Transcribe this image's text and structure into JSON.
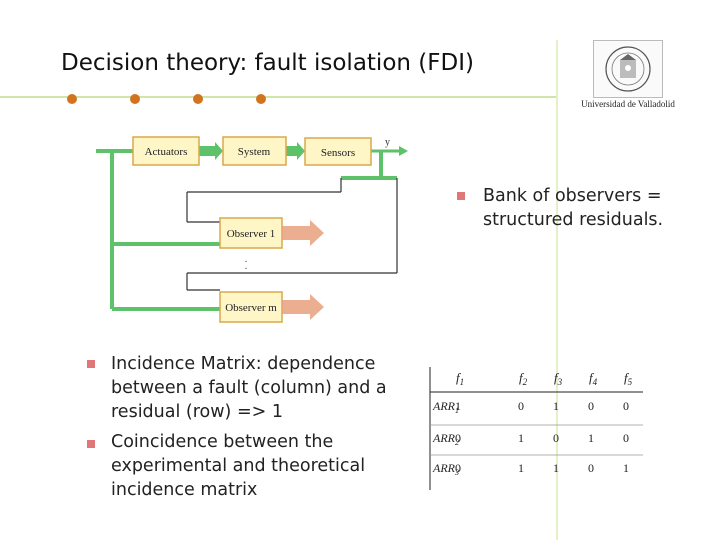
{
  "slide": {
    "title": "Decision theory: fault isolation (FDI)",
    "logo_caption": "Universidad de Valladolid"
  },
  "diagram": {
    "actuators_label": "Actuators",
    "system_label": "System",
    "sensors_label": "Sensors",
    "output_label": "y",
    "observer1_label": "Observer 1",
    "observerm_label": "Observer m",
    "ellipsis": "."
  },
  "bullets": {
    "right": [
      "Bank of observers = structured residuals."
    ],
    "left": [
      "Incidence Matrix: dependence between a fault (column) and a residual (row) => 1",
      "Coincidence between the experimental and theoretical incidence matrix"
    ]
  },
  "matrix": {
    "columns": [
      "f1",
      "f2",
      "f3",
      "f4",
      "f5"
    ],
    "rows": [
      {
        "label": "ARR1",
        "values": [
          "1",
          "0",
          "1",
          "0",
          "0"
        ]
      },
      {
        "label": "ARR2",
        "values": [
          "0",
          "1",
          "0",
          "1",
          "0"
        ]
      },
      {
        "label": "ARR3",
        "values": [
          "0",
          "1",
          "1",
          "0",
          "1"
        ]
      }
    ]
  },
  "colors": {
    "accent_line": "#cfe6a8",
    "dot": "#d4731f",
    "bullet": "#e07676",
    "block_fill": "#fff6c8",
    "block_border": "#d9a84a",
    "signal_line": "#5ec26a",
    "arrow": "#e8a07c"
  }
}
